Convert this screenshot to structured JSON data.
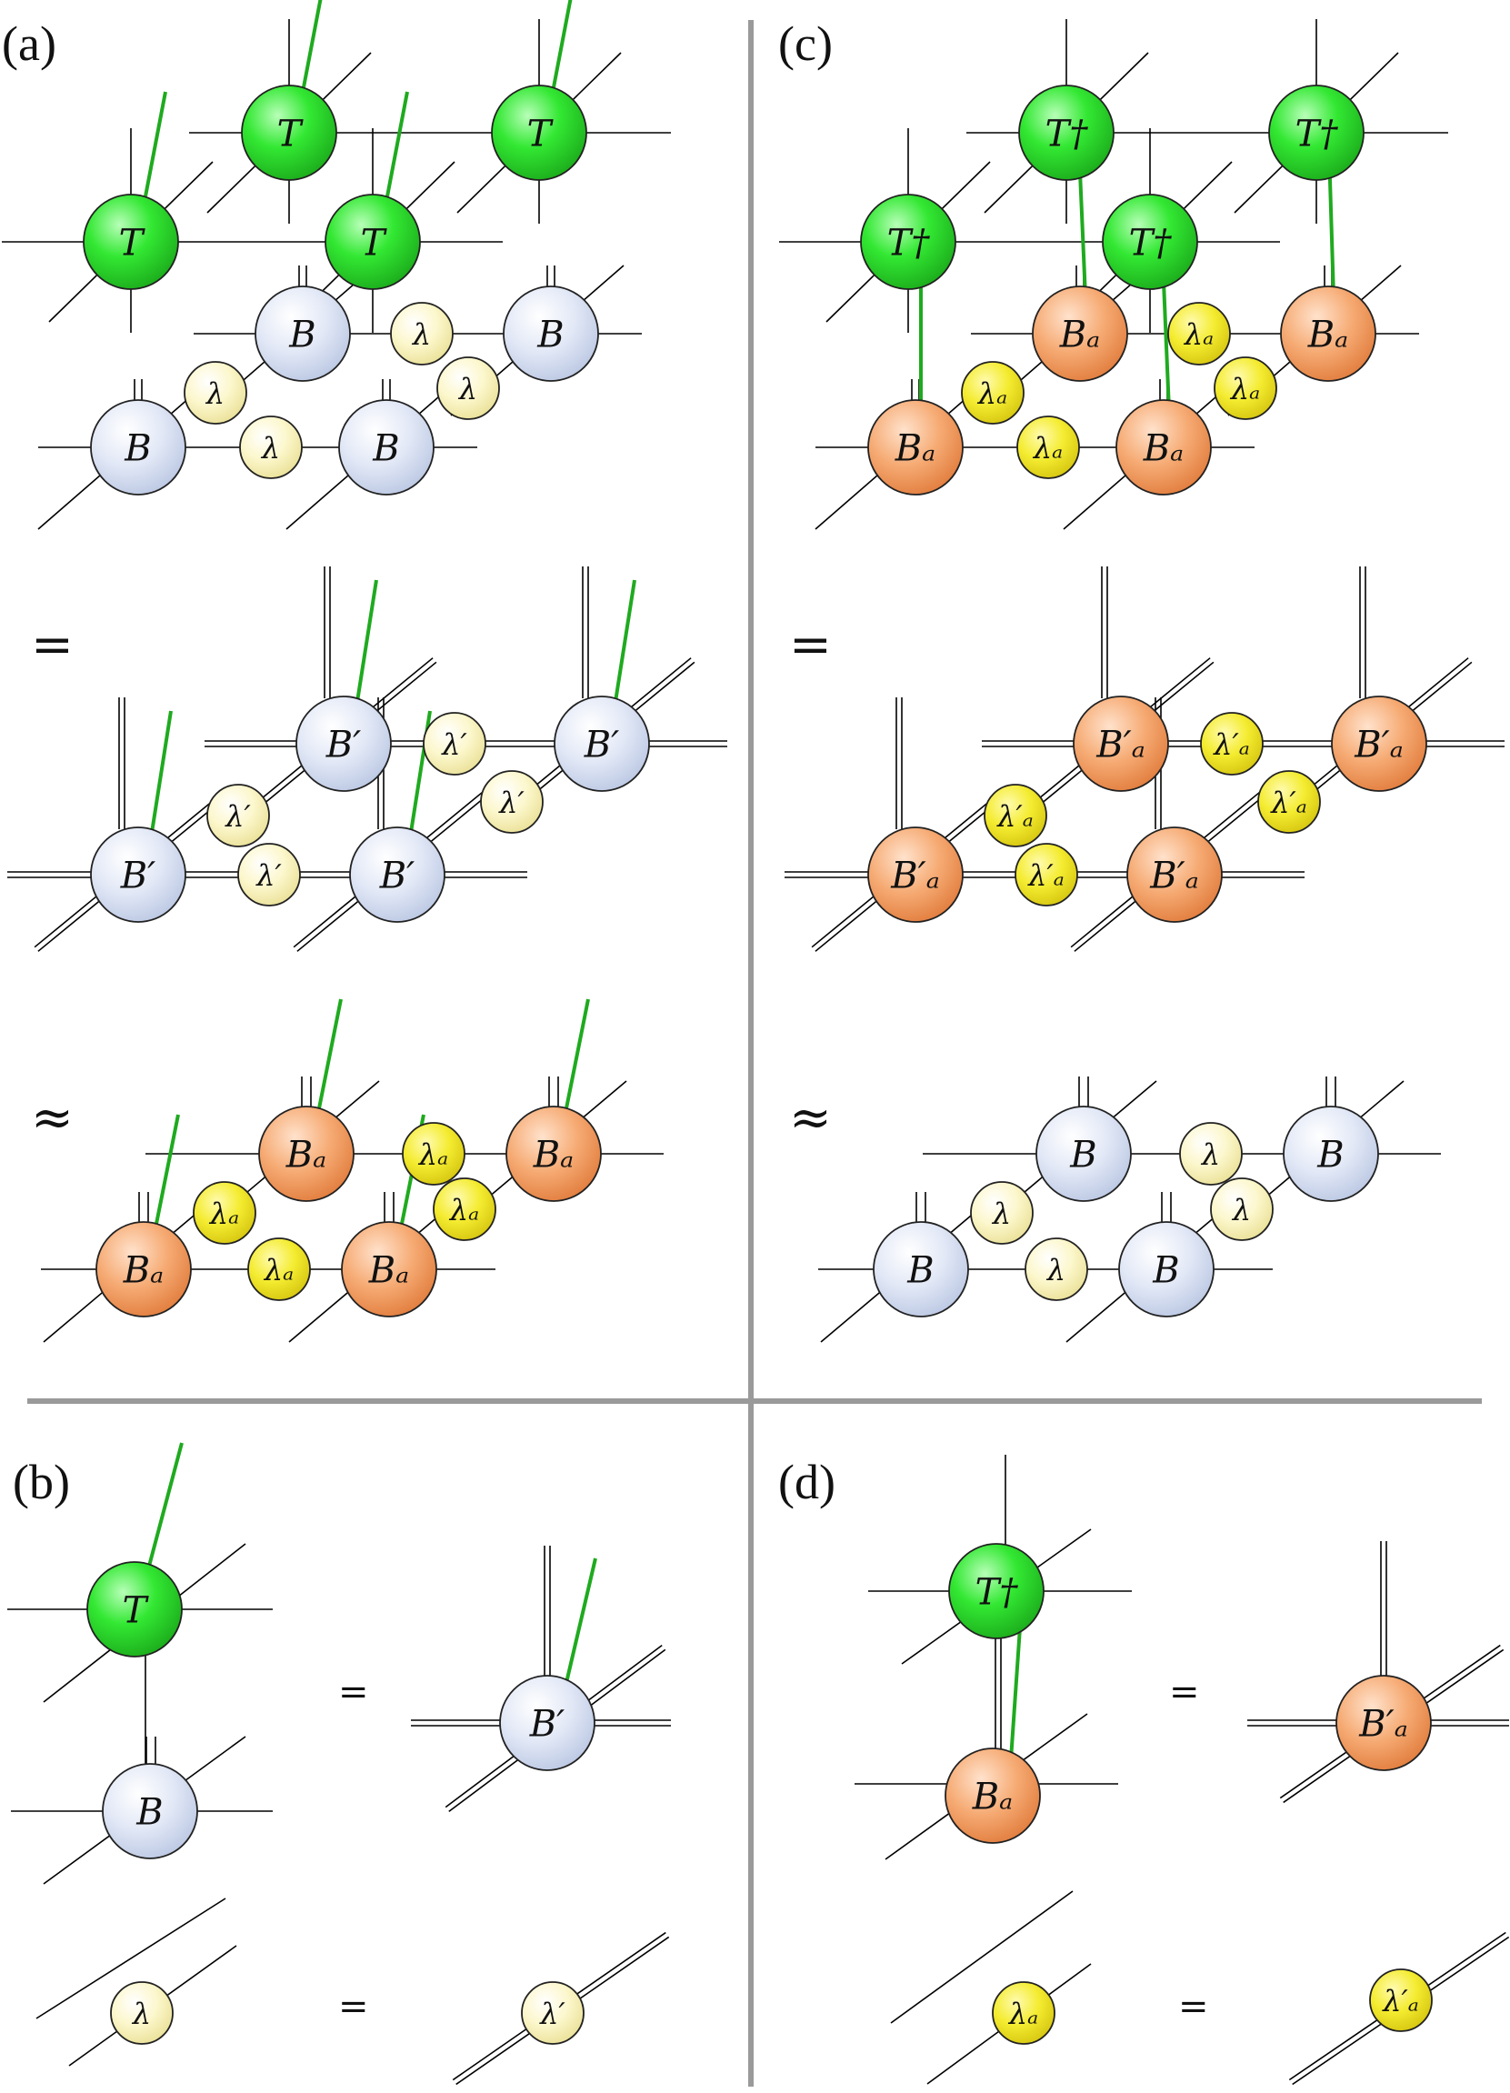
{
  "panels": {
    "a": {
      "label": "(a)"
    },
    "b": {
      "label": "(b)"
    },
    "c": {
      "label": "(c)"
    },
    "d": {
      "label": "(d)"
    }
  },
  "symbols": {
    "equals": "=",
    "approx": "≈"
  },
  "tensors": {
    "T": "T",
    "T_dagger": "T†",
    "B": "B",
    "lambda": "λ",
    "B_prime": "B′",
    "lambda_prime": "λ′",
    "B_a": "Bₐ",
    "lambda_a": "λₐ",
    "B_a_prime": "B′ₐ",
    "lambda_a_prime": "λ′ₐ"
  },
  "colors": {
    "T_fill": "#2ee02e",
    "B_fill": "#dfe6f5",
    "lambda_fill": "#fbf5c4",
    "B_a_fill": "#f5a56c",
    "lambda_a_fill": "#f2ea2e",
    "physical_leg": "#1faa1f",
    "separator": "#9a9a9a"
  }
}
